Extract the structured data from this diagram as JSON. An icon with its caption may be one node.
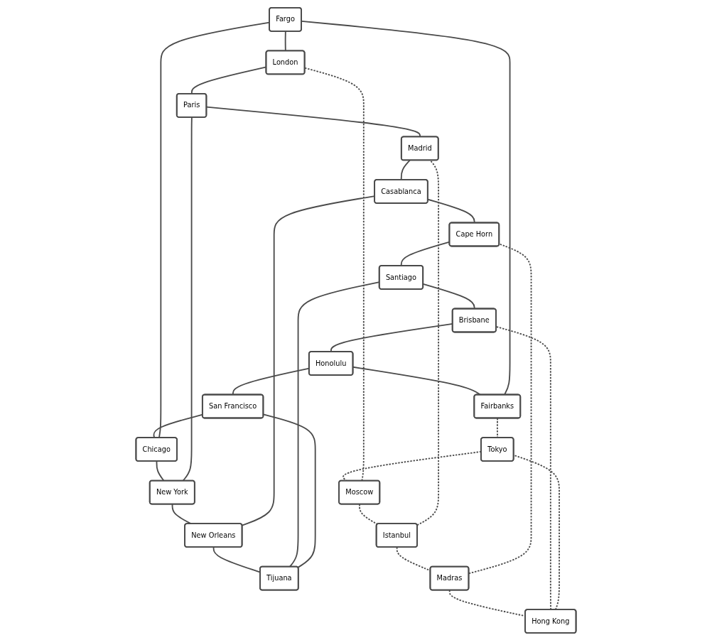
{
  "diagram": {
    "nodes": [
      {
        "text": [
          "Fargo"
        ]
      },
      {
        "text": [
          "Fairbanks"
        ]
      },
      {
        "text": [
          "London"
        ]
      },
      {
        "text": [
          "Moscow"
        ]
      },
      {
        "text": [
          "Tokyo"
        ]
      },
      {
        "text": [
          "Chicago"
        ]
      },
      {
        "text": [
          "Honolulu"
        ]
      },
      {
        "text": [
          "Paris"
        ]
      },
      {
        "text": [
          "San Francisco"
        ]
      },
      {
        "text": [
          "New York"
        ]
      },
      {
        "text": [
          "New Orleans"
        ]
      },
      {
        "text": [
          "Hong Kong"
        ]
      },
      {
        "text": [
          "Tijuana"
        ]
      },
      {
        "text": [
          "Istanbul"
        ]
      },
      {
        "text": [
          "Madrid"
        ]
      },
      {
        "text": [
          "Brisbane"
        ]
      },
      {
        "text": [
          "Madras"
        ]
      },
      {
        "text": [
          "Casablanca"
        ]
      },
      {
        "text": [
          "Santiago"
        ]
      },
      {
        "text": [
          "Cape Horn"
        ]
      }
    ],
    "edges": [
      {
        "from": 0,
        "to": 2,
        "arrow": "none"
      },
      {
        "from": 2,
        "to": 7,
        "arrow": "none"
      },
      {
        "from": 7,
        "to": 14,
        "arrow": "none"
      },
      {
        "from": 14,
        "to": 17,
        "arrow": "none"
      },
      {
        "from": 17,
        "to": 19,
        "arrow": "none"
      },
      {
        "from": 19,
        "to": 18,
        "arrow": "none"
      },
      {
        "from": 18,
        "to": 15,
        "arrow": "none"
      },
      {
        "from": 15,
        "to": 6,
        "arrow": "none"
      },
      {
        "from": 6,
        "to": 1,
        "arrow": "none"
      },
      {
        "from": 1,
        "to": 0,
        "arrow": "none"
      },
      {
        "from": 5,
        "to": 9,
        "arrow": "none"
      },
      {
        "from": 9,
        "to": 10,
        "arrow": "none"
      },
      {
        "from": 10,
        "to": 12,
        "arrow": "none"
      },
      {
        "from": 12,
        "to": 8,
        "arrow": "none"
      },
      {
        "from": 8,
        "to": 5,
        "arrow": "none"
      },
      {
        "from": 0,
        "to": 5,
        "arrow": "none"
      },
      {
        "from": 7,
        "to": 9,
        "arrow": "none"
      },
      {
        "from": 17,
        "to": 10,
        "arrow": "none"
      },
      {
        "from": 18,
        "to": 12,
        "arrow": "none"
      },
      {
        "from": 6,
        "to": 8,
        "arrow": "none"
      },
      {
        "from": 1,
        "to": 4,
        "arrow": "none",
        "style": "dashed"
      },
      {
        "from": 4,
        "to": 3,
        "arrow": "none",
        "style": "dashed"
      },
      {
        "from": 3,
        "to": 2,
        "arrow": "none",
        "style": "dashed"
      },
      {
        "from": 3,
        "to": 13,
        "arrow": "none",
        "style": "dashed"
      },
      {
        "from": 13,
        "to": 14,
        "arrow": "none",
        "style": "dashed"
      },
      {
        "from": 13,
        "to": 16,
        "arrow": "none",
        "style": "dashed"
      },
      {
        "from": 16,
        "to": 19,
        "arrow": "none",
        "style": "dashed"
      },
      {
        "from": 16,
        "to": 11,
        "arrow": "none",
        "style": "dashed"
      },
      {
        "from": 11,
        "to": 15,
        "arrow": "none",
        "style": "dashed"
      },
      {
        "from": 11,
        "to": 4,
        "arrow": "none",
        "style": "dashed"
      }
    ]
  }
}
